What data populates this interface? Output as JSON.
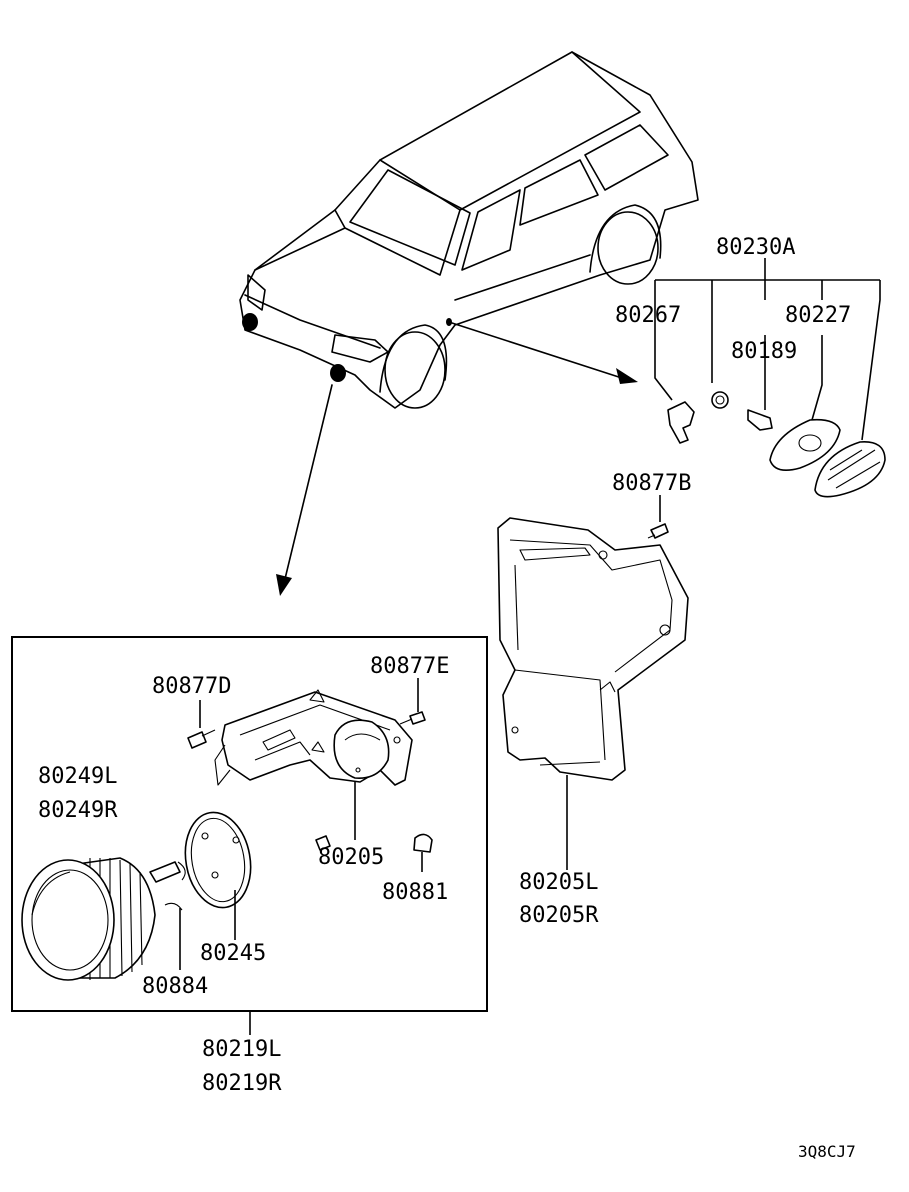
{
  "labels": {
    "p80230A": "80230A",
    "p80267": "80267",
    "p80227": "80227",
    "p80189": "80189",
    "p80877B": "80877B",
    "p80877D": "80877D",
    "p80877E": "80877E",
    "p80249L": "80249L",
    "p80249R": "80249R",
    "p80205": "80205",
    "p80881": "80881",
    "p80245": "80245",
    "p80884": "80884",
    "p80205L": "80205L",
    "p80205R": "80205R",
    "p80219L": "80219L",
    "p80219R": "80219R",
    "diagram_code": "3Q8CJ7"
  }
}
